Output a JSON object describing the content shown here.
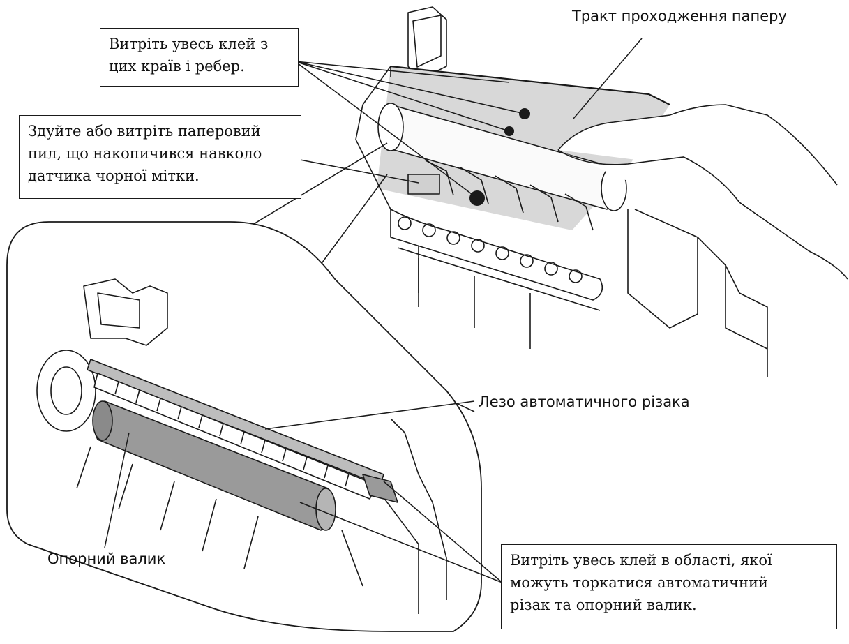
{
  "labels": {
    "paper_path": "Тракт проходження паперу",
    "cutter_blade": "Лезо автоматичного різака",
    "platen_roller": "Опорний валик"
  },
  "callouts": {
    "glue_edges": [
      "Витріть увесь клей з",
      "цих країв і ребер."
    ],
    "sensor_dust": [
      "Здуйте або витріть паперовий",
      "пил, що накопичився навколо",
      "датчика чорної мітки."
    ],
    "cutter_area": [
      "Витріть увесь клей в області, якої",
      "можуть торкатися автоматичний",
      "різак та опорний валик."
    ]
  },
  "colors": {
    "line": "#1a1a1a",
    "roller_fill": "#9a9a9a",
    "paper_shade": "#d8d8d8"
  }
}
